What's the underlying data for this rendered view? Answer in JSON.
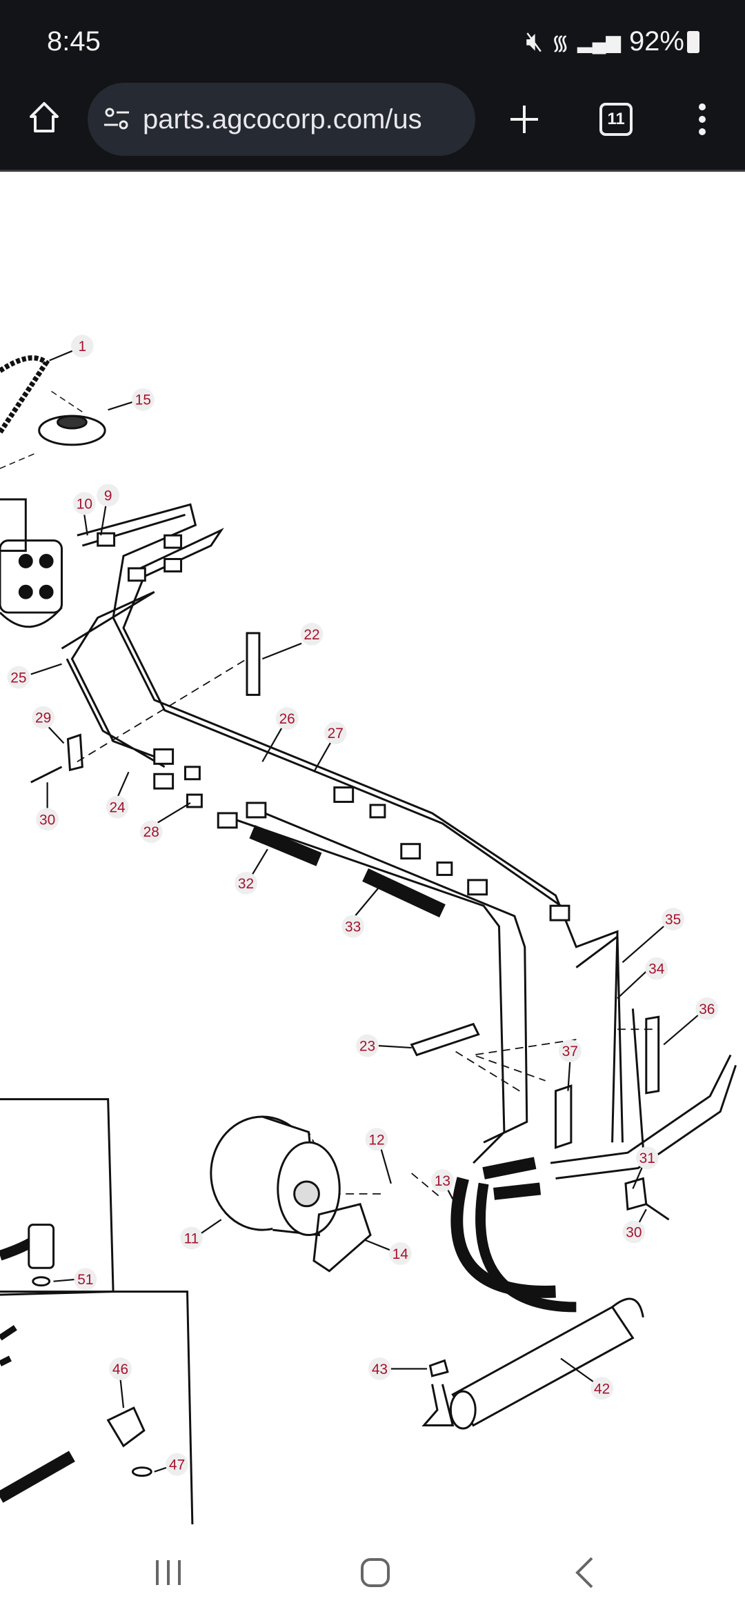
{
  "status_bar": {
    "time": "8:45",
    "battery": "92%",
    "icons": [
      "mute-icon",
      "wifi-icon",
      "signal-icon",
      "battery-icon"
    ]
  },
  "browser": {
    "url": "parts.agcocorp.com/us",
    "tab_count": "11",
    "icons": [
      "home-icon",
      "site-settings-icon",
      "new-tab-icon",
      "tabs-icon",
      "menu-icon"
    ]
  },
  "diagram": {
    "callouts": [
      "1",
      "15",
      "10",
      "9",
      "22",
      "25",
      "26",
      "27",
      "29",
      "30",
      "24",
      "28",
      "32",
      "33",
      "35",
      "34",
      "36",
      "23",
      "37",
      "12",
      "13",
      "31",
      "30",
      "11",
      "14",
      "51",
      "46",
      "47",
      "43",
      "42"
    ]
  },
  "colors": {
    "callout": "#a5122e",
    "header": "#131418",
    "pill": "#262a32"
  }
}
